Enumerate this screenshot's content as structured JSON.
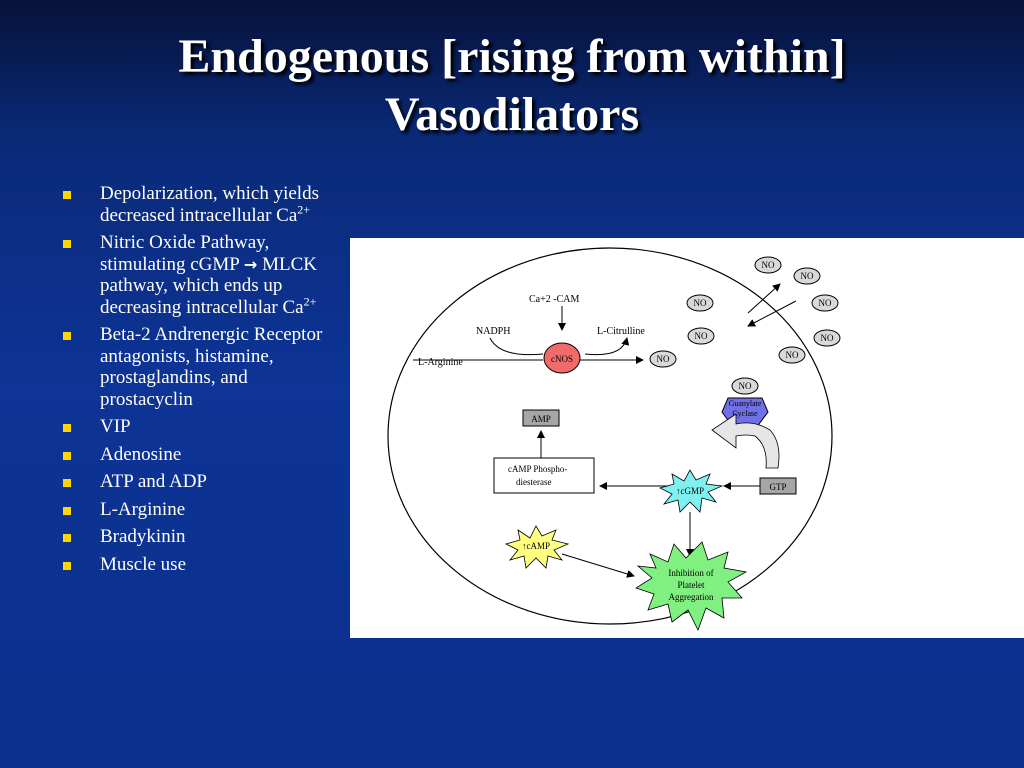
{
  "slide": {
    "title_line1": "Endogenous [rising from within]",
    "title_line2": "Vasodilators"
  },
  "bullets": [
    {
      "text": "Depolarization, which yields decreased intracellular Ca",
      "sup": "2+"
    },
    {
      "text_before": "Nitric Oxide Pathway, stimulating cGMP",
      "arrow": "→",
      "text_after": "MLCK pathway, which ends up decreasing intracellular Ca",
      "sup": "2+"
    },
    {
      "text": "Beta-2 Andrenergic Receptor antagonists, histamine, prostaglandins, and prostacyclin"
    },
    {
      "text": "VIP"
    },
    {
      "text": "Adenosine"
    },
    {
      "text": "ATP and ADP"
    },
    {
      "text": "L-Arginine"
    },
    {
      "text": "Bradykinin"
    },
    {
      "text": "Muscle use"
    }
  ],
  "diagram": {
    "ca_cam": "Ca+2 -CAM",
    "nadph": "NADPH",
    "l_citrulline": "L-Citrulline",
    "l_arginine": "L-Arginine",
    "cnos": "cNOS",
    "no": "NO",
    "guanylate_line1": "Guanylate",
    "guanylate_line2": "Cyclase",
    "amp": "AMP",
    "camp_pde_line1": "cAMP Phospho-",
    "camp_pde_line2": "diesterase",
    "cgmp": "↑cGMP",
    "gtp": "GTP",
    "camp": "↑cAMP",
    "inhibition_line1": "Inhibition of",
    "inhibition_line2": "Platelet",
    "inhibition_line3": "Aggregation"
  },
  "colors": {
    "bullet": "#ffd700",
    "cnos": "#f26b6b",
    "guanylate": "#7070e8",
    "cgmp": "#7ff0f0",
    "camp": "#ffff80",
    "inhibition": "#80f080",
    "no_ellipse": "#d9d9d9",
    "gray_box": "#a6a6a6"
  }
}
